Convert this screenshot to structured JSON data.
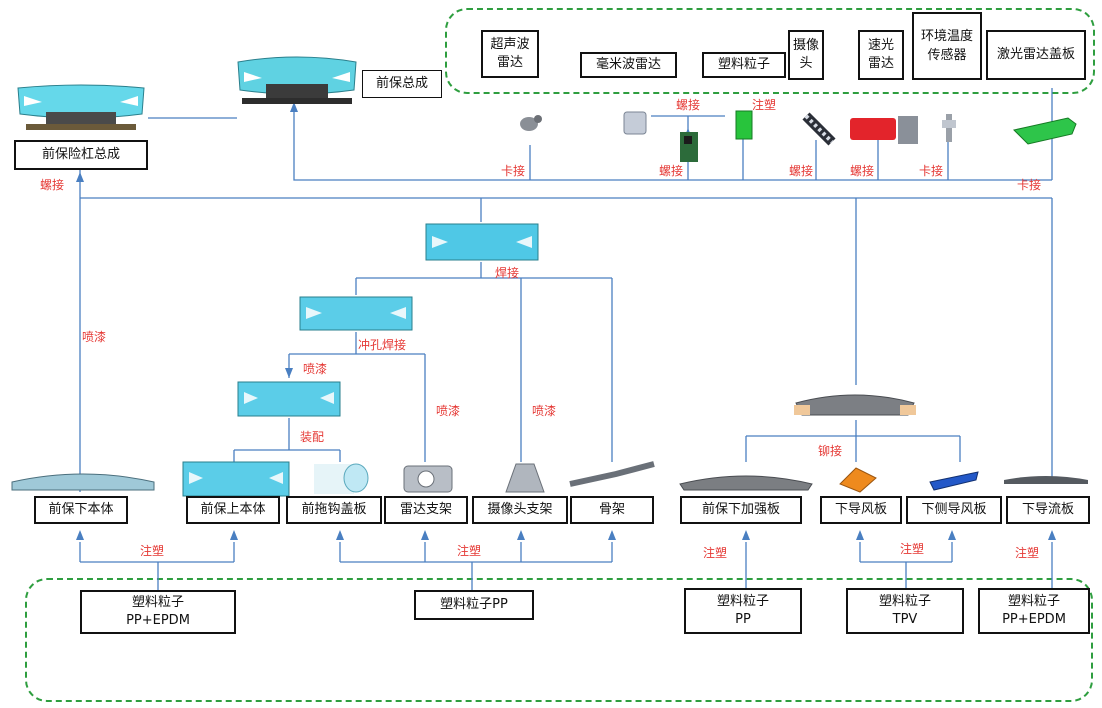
{
  "sensors": {
    "ultrasonic": "超声波雷达",
    "mmwave": "毫米波雷达",
    "pellet": "塑料粒子",
    "camera": "摄像头",
    "speed_radar": "速光雷达",
    "temp_sensor": "环境温度传感器",
    "lidar_cover": "激光雷达盖板"
  },
  "assemblies": {
    "front_bumper_assy": "前保总成",
    "bumper_assy": "前保险杠总成",
    "lower_body": "前保下本体",
    "upper_body": "前保上本体",
    "tow_cover": "前拖钩盖板",
    "radar_bracket": "雷达支架",
    "camera_bracket": "摄像头支架",
    "frame": "骨架",
    "lower_reinforce": "前保下加强板",
    "lower_deflector": "下导风板",
    "side_deflector": "下侧导风板",
    "lower_spoiler": "下导流板"
  },
  "materials": {
    "pp_epdm_1": "塑料粒子\nPP+EPDM",
    "pp_1": "塑料粒子PP",
    "pp_2": "塑料粒子\nPP",
    "tpv": "塑料粒子\nTPV",
    "pp_epdm_2": "塑料粒子\nPP+EPDM"
  },
  "processes": {
    "screw": "螺接",
    "clip": "卡接",
    "inject": "注塑",
    "paint": "喷漆",
    "weld": "焊接",
    "punch_weld": "冲孔焊接",
    "assemble": "装配",
    "rivet": "铆接"
  }
}
